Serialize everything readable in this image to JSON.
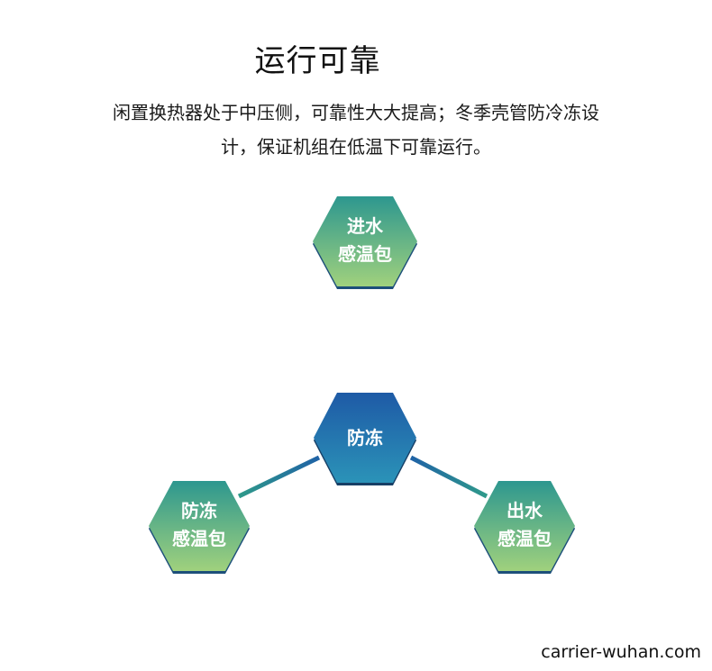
{
  "title": "运行可靠",
  "description": {
    "line1": "闲置换热器处于中压侧，可靠性大大提高；冬季壳管防冷冻设",
    "line2": "计，保证机组在低温下可靠运行。"
  },
  "diagram": {
    "center": {
      "label": "防冻"
    },
    "top": {
      "line1": "进水",
      "line2": "感温包"
    },
    "left": {
      "line1": "防冻",
      "line2": "感温包"
    },
    "right": {
      "line1": "出水",
      "line2": "感温包"
    }
  },
  "colors": {
    "center_top": "#1f5fa8",
    "center_bottom": "#2a8fb8",
    "outer_top": "#2f9a92",
    "outer_bottom": "#9ccf7e"
  },
  "watermark": "carrier-wuhan.com"
}
